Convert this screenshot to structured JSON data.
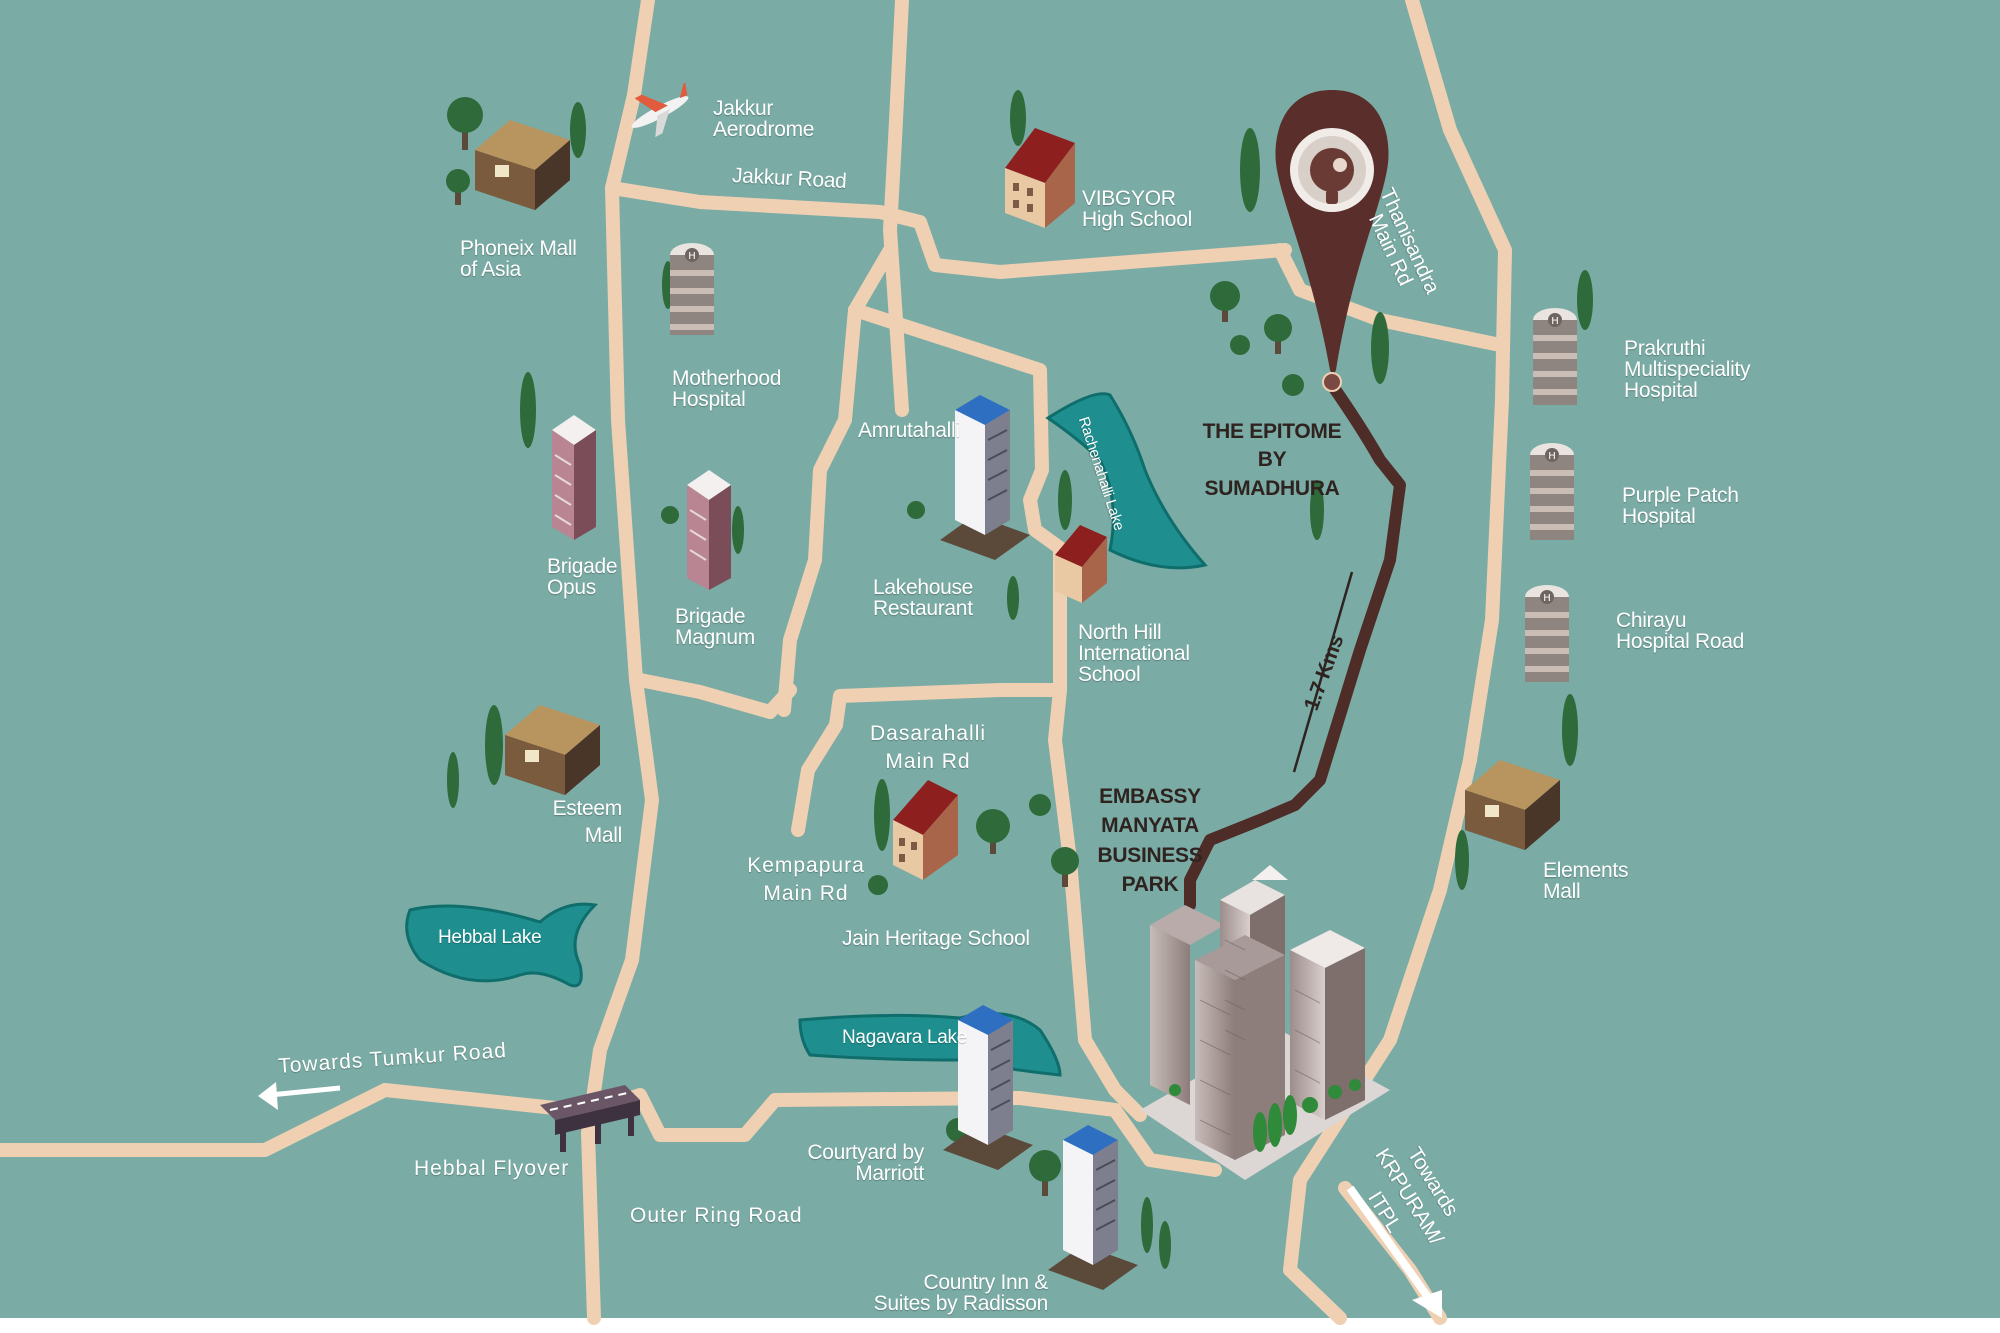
{
  "colors": {
    "background": "#7aaba5",
    "road": "#efd0b3",
    "lake": "#1f8e8e",
    "route": "#4e2c28",
    "pin": "#5a2e2a",
    "label": "#ffffff",
    "project_label": "#2f2320"
  },
  "icons": [
    "airplane-icon",
    "location-pin-icon",
    "building-icon",
    "hospital-icon",
    "tree-icon",
    "flyover-icon",
    "arrow-left-icon",
    "arrow-down-icon"
  ],
  "project": {
    "name": "THE EPITOME\nBY SUMADHURA",
    "distance": "1.7 Kms",
    "business_park": "EMBASSY\nMANYATA\nBUSINESS\nPARK"
  },
  "landmarks": {
    "jakkur_aerodrome": "Jakkur\nAerodrome",
    "phoenix_mall": "Phoneix Mall\nof Asia",
    "vibgyor": "VIBGYOR\nHigh School",
    "motherhood": "Motherhood\nHospital",
    "amrutahalli": "Amrutahalli",
    "brigade_opus": "Brigade\nOpus",
    "brigade_magnum": "Brigade\nMagnum",
    "lakehouse": "Lakehouse\nRestaurant",
    "north_hill": "North Hill\nInternational\nSchool",
    "prakruthi": "Prakruthi\nMultispeciality\nHospital",
    "purple_patch": "Purple Patch\nHospital",
    "chirayu": "Chirayu\nHospital Road",
    "esteem_mall": "Esteem\nMall",
    "elements_mall": "Elements\nMall",
    "jain_heritage": "Jain Heritage School",
    "courtyard": "Courtyard by\nMarriott",
    "country_inn": "Country Inn &\nSuites by Radisson",
    "hebbal_flyover": "Hebbal Flyover"
  },
  "roads": {
    "jakkur_road": "Jakkur Road",
    "thanisandra": "Thanisandra\nMain Rd",
    "dasarahalli": "Dasarahalli\nMain Rd",
    "kempapura": "Kempapura\nMain Rd",
    "outer_ring": "Outer Ring Road",
    "tumkur": "Towards Tumkur Road",
    "krpuram": "Towards\nKRPURAM/\nITPL"
  },
  "lakes": {
    "rachenahalli": "Rachenahalli Lake",
    "hebbal": "Hebbal Lake",
    "nagavara": "Nagavara Lake"
  }
}
